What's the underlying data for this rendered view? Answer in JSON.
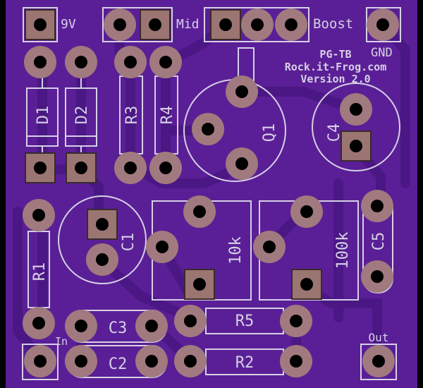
{
  "board": {
    "labels": {
      "nine_v": "9V",
      "mid": "Mid",
      "boost": "Boost",
      "gnd": "GND",
      "title": "PG-TB",
      "site": "Rock.it-Frog.com",
      "version": "Version 2.0",
      "in": "In",
      "out": "Out"
    },
    "components": {
      "d1": "D1",
      "d2": "D2",
      "r3": "R3",
      "r4": "R4",
      "q1": "Q1",
      "c4": "C4",
      "c1": "C1",
      "r1": "R1",
      "pot_mid": "10k",
      "pot_boost": "100k",
      "c5": "C5",
      "c3": "C3",
      "c2": "C2",
      "r5": "R5",
      "r2": "R2"
    }
  },
  "colors": {
    "background": "#000000",
    "board": "#5a1f96",
    "trace": "#4a1784",
    "silkscreen": "#d6d0e6",
    "pad_ring": "#a07a7e",
    "pad_square": "#9b7572",
    "hole": "#000000"
  }
}
